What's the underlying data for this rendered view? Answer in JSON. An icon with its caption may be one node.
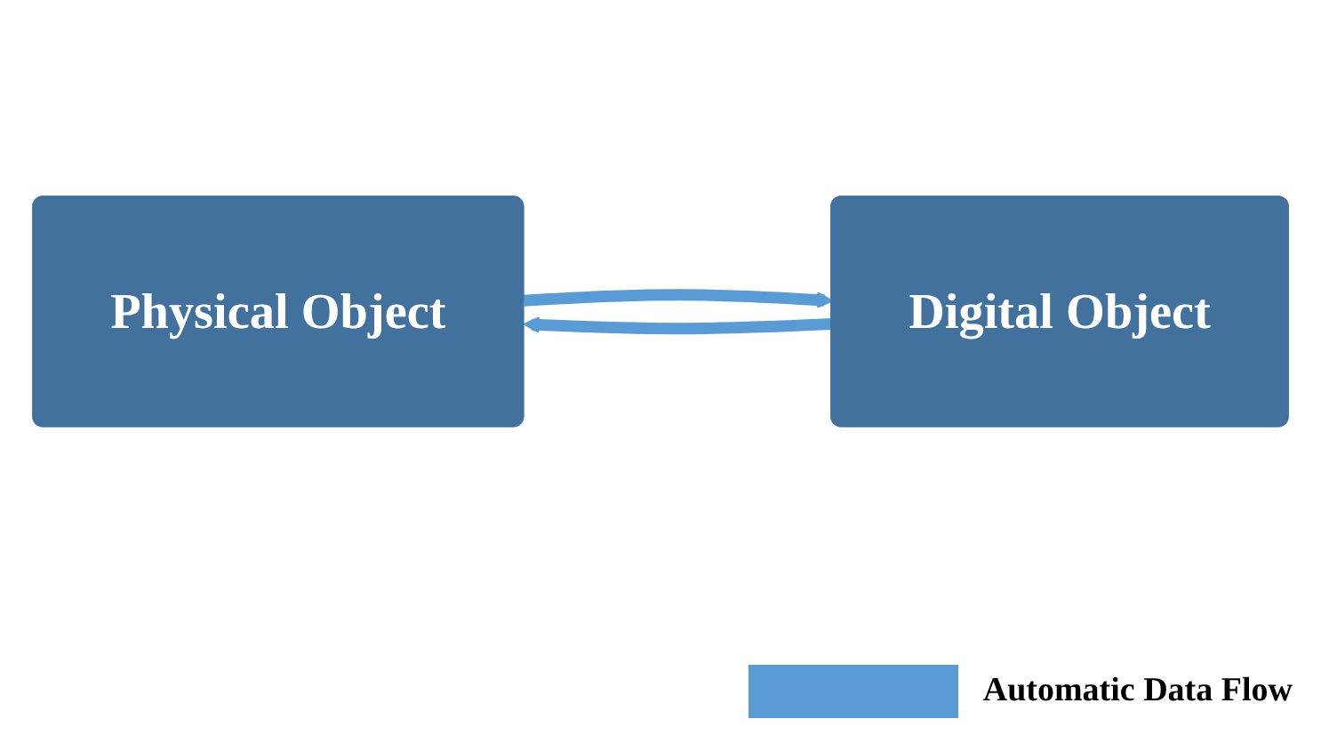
{
  "diagram": {
    "nodes": [
      {
        "text": [
          "Physical Object"
        ]
      },
      {
        "text": [
          "Digital Object"
        ]
      }
    ],
    "edges": [
      {
        "from": 0,
        "to": 1,
        "arrow": "to"
      },
      {
        "from": 1,
        "to": 0,
        "arrow": "to"
      }
    ],
    "legend": [
      {
        "text": "Automatic Data Flow",
        "color": "#5b9bd5"
      }
    ]
  }
}
